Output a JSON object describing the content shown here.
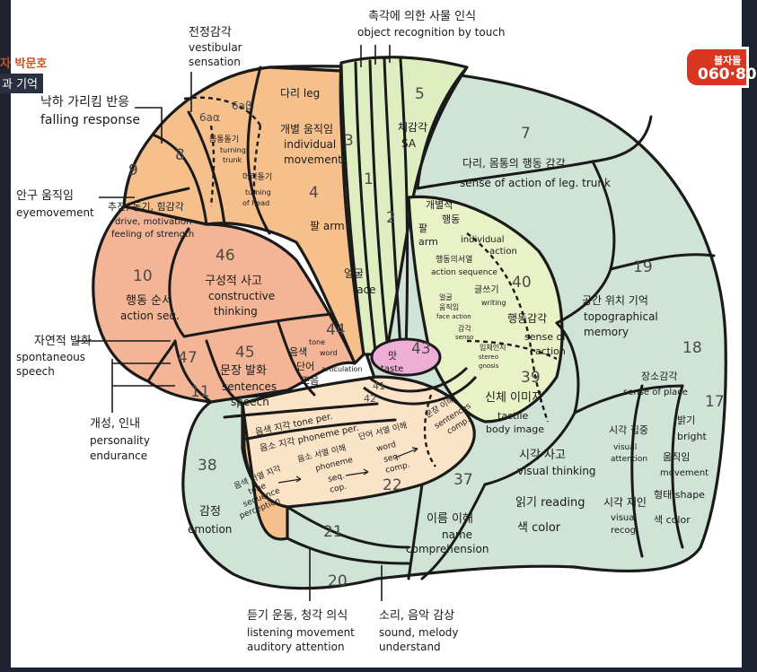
{
  "overlay": {
    "left_caption_line1": "자 박문호",
    "left_caption_line2": "과 기억",
    "badge_line1": "불자들",
    "badge_line2": "060·80"
  },
  "colors": {
    "orange": "#f6c08d",
    "salmon": "#f3b596",
    "lightgreen": "#dfeec0",
    "yellowgreen": "#e9f2c6",
    "teal": "#cfe3d6",
    "peach": "#fbe3c8",
    "pink": "#eeaed5",
    "outline": "#1a1a1a"
  },
  "diagram": {
    "callouts": {
      "vestibular": {
        "ko": "전정감각",
        "en1": "vestibular",
        "en2": "sensation"
      },
      "touch": {
        "ko": "촉각에 의한 사물 인식",
        "en": "object recognition by touch"
      },
      "falling": {
        "ko": "낙하 가리킴 반응",
        "en": "falling response"
      },
      "eyemove": {
        "ko": "안구 움직임",
        "en": "eyemovement"
      },
      "spont": {
        "ko": "자연적 발화",
        "en1": "spontaneous",
        "en2": "speech"
      },
      "person": {
        "ko": "개성, 인내",
        "en1": "personality",
        "en2": "endurance"
      },
      "listen": {
        "ko": "듣기 운동, 청각 의식",
        "en1": "listening movement",
        "en2": "auditory attention"
      },
      "sound": {
        "ko": "소리, 음악 감상",
        "en1": "sound, melody",
        "en2": "understand"
      }
    },
    "regions": {
      "r3": "3",
      "r1": "1",
      "r2": "2",
      "r4": "4",
      "r5": "5",
      "r7": "7",
      "r8": "8",
      "r9": "9",
      "r10": "10",
      "r11": "11",
      "r17": "17",
      "r18": "18",
      "r19": "19",
      "r20": "20",
      "r21": "21",
      "r22": "22",
      "r37": "37",
      "r38": "38",
      "r39": "39",
      "r40": "40",
      "r41": "41",
      "r42": "42",
      "r43": "43",
      "r44": "44",
      "r45": "45",
      "r46": "46",
      "r47": "47",
      "r6aa": "6aα",
      "r6ab": "6aβ"
    },
    "labels": {
      "leg_ko": "다리",
      "leg_en": "leg",
      "indmove_ko": "개별 움직임",
      "indmove_en1": "individual",
      "indmove_en2": "movement",
      "arm_ko": "팔",
      "arm_en": "arm",
      "face_ko": "얼굴",
      "face_en": "face",
      "sa_ko": "체감각",
      "sa_en": "SA",
      "trunk_ko": "다리, 몸통의 행동 감각",
      "trunk_en": "sense of action of leg. trunk",
      "turntrunk_ko": "몸통돌기",
      "turntrunk_en1": "turning",
      "turntrunk_en2": "trunk",
      "turnhead_ko": "머리돌기",
      "turnhead_en1": "turning",
      "turnhead_en2": "of head",
      "drive_ko": "추진, 동기, 힘감각",
      "drive_en1": "drive, motivation",
      "drive_en2": "feeling of strength",
      "constr_ko": "구성적 사고",
      "constr_en1": "constructive",
      "constr_en2": "thinking",
      "actseq_ko": "행동 순서",
      "actseq_en": "action seq.",
      "ind_ko1": "개별적",
      "ind_ko2": "행동",
      "ind_arm_ko": "팔",
      "ind_arm_en": "arm",
      "ind_act_en1": "individual",
      "ind_act_en2": "action",
      "actseq2_ko": "행동의서열",
      "actseq2_en": "action sequence",
      "write_ko": "글쓰기",
      "write_en": "writing",
      "faceact_ko1": "얼굴",
      "faceact_ko2": "움직임",
      "faceact_en": "face action",
      "sense_ko": "감각",
      "sense_en": "senso",
      "stereo_ko": "입체인지",
      "stereo_en1": "stereo",
      "stereo_en2": "gnosis",
      "senseact_ko": "행동감각",
      "senseact_en1": "sense of",
      "senseact_en2": "action",
      "topo_ko": "공간 위치 기억",
      "topo_en1": "topographical",
      "topo_en2": "memory",
      "place_ko": "장소감각",
      "place_en": "sense of place",
      "bright_ko": "밝기",
      "bright_en": "bright",
      "visattn_ko": "시각 집중",
      "visattn_en1": "visual",
      "visattn_en2": "attention",
      "move_ko": "움직임",
      "move_en": "movement",
      "visthink_ko": "시각 사고",
      "visthink_en": "visual thinking",
      "body_ko": "신체 이미지",
      "body_en1": "tactile",
      "body_en2": "body image",
      "reading_ko": "읽기",
      "reading_en": "reading",
      "color_ko": "색",
      "color_en": "color",
      "visrecog_ko": "시각 재인",
      "visrecog_en1": "visual",
      "visrecog_en2": "recog.",
      "shape_ko": "형태",
      "shape_en": "shape",
      "color2_ko": "색",
      "color2_en": "color",
      "name_ko": "이름 이해",
      "name_en1": "name",
      "name_en2": "comprehension",
      "emotion_ko": "감정",
      "emotion_en": "emotion",
      "sentsp_ko": "문장 발화",
      "sentsp_en1": "sentences",
      "sentsp_en2": "speech",
      "tone_ko": "음색",
      "tone_en": "tone",
      "word_ko": "단어",
      "word_en": "word",
      "artic_ko": "조음",
      "artic_en": "articulation",
      "taste_ko": "맛",
      "taste_en": "taste",
      "toneper": "음색 지각 tone per.",
      "phonper": "음소 지각 phoneme per.",
      "phonseq_ko": "음소 서열 이해",
      "phonseq_en1": "phoneme",
      "phonseq_en2": "seq.",
      "phonseq_en3": "cop.",
      "tonesq_ko": "음색 서열 지각",
      "tonesq_en1": "tone",
      "tonesq_en2": "sequence",
      "tonesq_en3": "perception",
      "wordsq_ko": "단어 서열 이해",
      "wordsq_en1": "word",
      "wordsq_en2": "seq.",
      "wordsq_en3": "comp.",
      "sentc_ko": "문장 이해",
      "sentc_en1": "sentences",
      "sentc_en2": "comp."
    }
  }
}
